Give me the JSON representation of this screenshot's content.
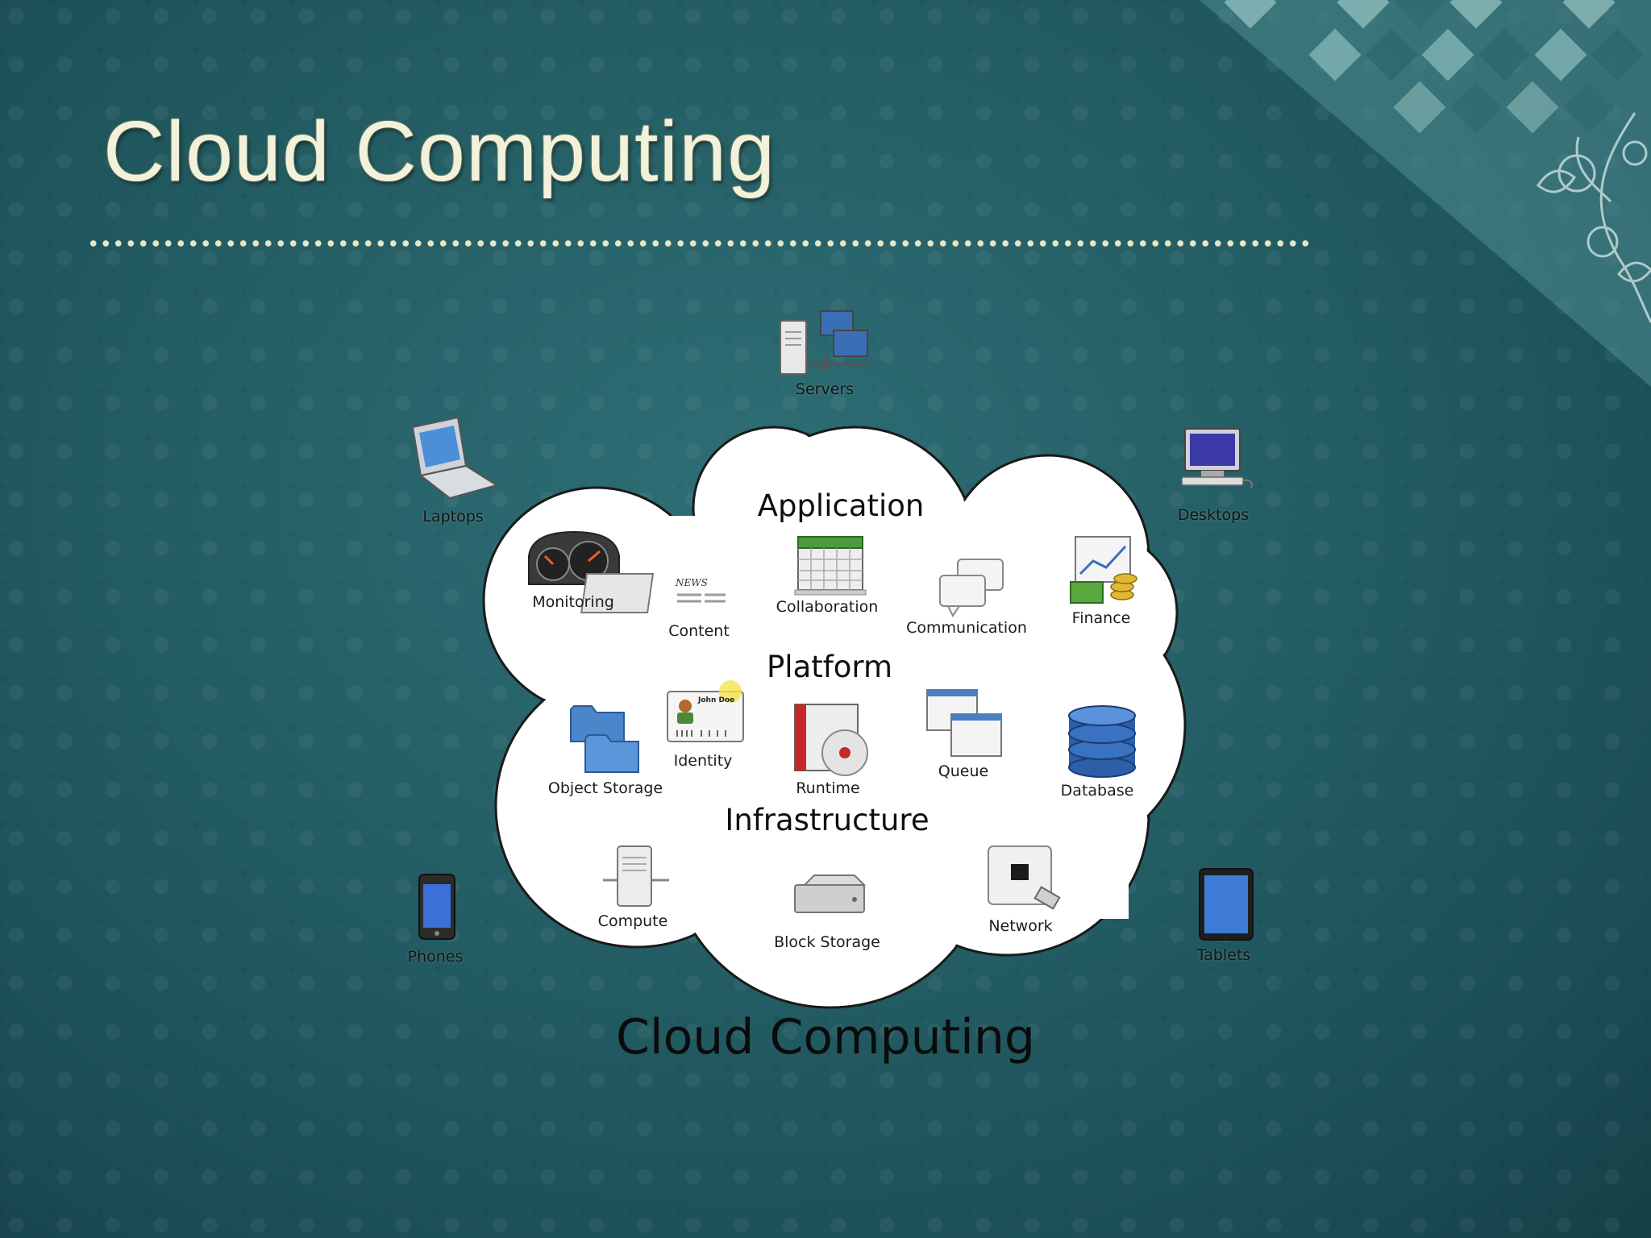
{
  "slide": {
    "title": "Cloud Computing"
  },
  "diagram": {
    "caption": "Cloud Computing",
    "sections": {
      "application": "Application",
      "platform": "Platform",
      "infrastructure": "Infrastructure"
    },
    "clients": {
      "servers": "Servers",
      "laptops": "Laptops",
      "desktops": "Desktops",
      "phones": "Phones",
      "tablets": "Tablets"
    },
    "application_items": {
      "monitoring": "Monitoring",
      "content": "Content",
      "collaboration": "Collaboration",
      "communication": "Communication",
      "finance": "Finance"
    },
    "platform_items": {
      "object_storage": "Object Storage",
      "identity": "Identity",
      "identity_card_name": "John Doe",
      "runtime": "Runtime",
      "queue": "Queue",
      "database": "Database"
    },
    "infrastructure_items": {
      "compute": "Compute",
      "block_storage": "Block Storage",
      "network": "Network"
    },
    "news_text": "NEWS"
  },
  "colors": {
    "title_text": "#f2f2dc",
    "background": "#245d64",
    "cloud_fill": "#ffffff",
    "cloud_stroke": "#1a1a1a",
    "cursor_highlight": "#f5e44a"
  }
}
